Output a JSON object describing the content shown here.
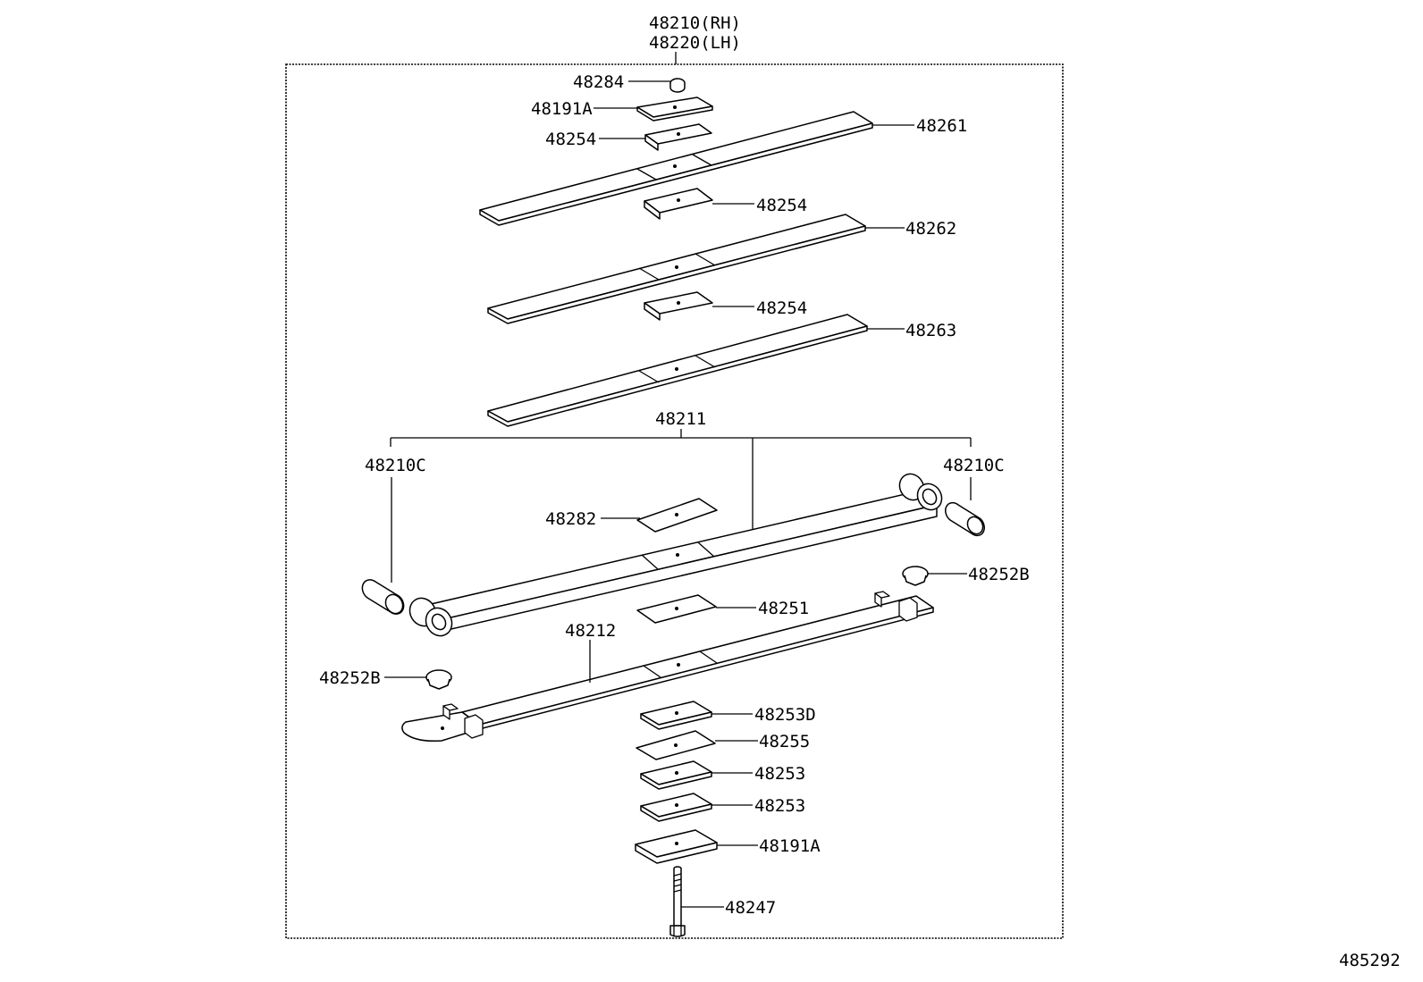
{
  "assembly": {
    "rh": "48210(RH)",
    "lh": "48220(LH)"
  },
  "labels": {
    "p48284": "48284",
    "p48191a_top": "48191A",
    "p48254_a": "48254",
    "p48261": "48261",
    "p48254_b": "48254",
    "p48262": "48262",
    "p48254_c": "48254",
    "p48263": "48263",
    "p48211": "48211",
    "p48210c_left": "48210C",
    "p48210c_right": "48210C",
    "p48282": "48282",
    "p48252b_right": "48252B",
    "p48251": "48251",
    "p48212": "48212",
    "p48252b_left": "48252B",
    "p48253d": "48253D",
    "p48255": "48255",
    "p48253_a": "48253",
    "p48253_b": "48253",
    "p48191a_bottom": "48191A",
    "p48247": "48247"
  },
  "figure_id": "485292"
}
